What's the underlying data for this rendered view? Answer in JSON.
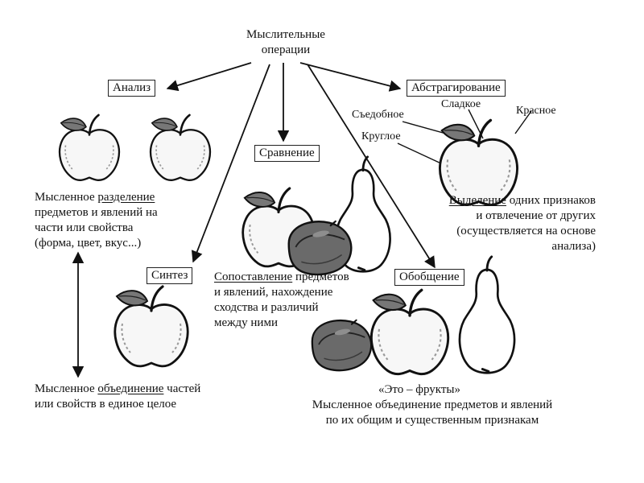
{
  "root": {
    "line1": "Мыслительные",
    "line2": "операции"
  },
  "analysis": {
    "title": "Анализ",
    "desc_lead": "Мысленное ",
    "desc_key": "разделение",
    "desc_lines": [
      "предметов и явлений на",
      "части или свойства",
      "(форма, цвет, вкус...)"
    ]
  },
  "comparison": {
    "title": "Сравнение",
    "desc_key": "Сопоставление",
    "desc_tail": " предметов",
    "desc_lines": [
      "и явлений, нахождение",
      "сходства и различий",
      "между ними"
    ]
  },
  "abstraction": {
    "title": "Абстрагирование",
    "tags": {
      "sweet": "Сладкое",
      "edible": "Съедобное",
      "red": "Красное",
      "round": "Круглое"
    },
    "desc_key": "Выделение",
    "desc_tail": " одних признаков",
    "desc_lines": [
      "и отвлечение от других",
      "(осуществляется на основе",
      "анализа)"
    ]
  },
  "synthesis": {
    "title": "Синтез",
    "desc_lead": "Мысленное ",
    "desc_key": "объединение",
    "desc_tail": " частей",
    "desc_line2": "или свойств в единое целое"
  },
  "generalization": {
    "title": "Обобщение",
    "quote": "«Это – фрукты»",
    "desc_lines": [
      "Мысленное объединение предметов и явлений",
      "по их общим и существенным признакам"
    ]
  },
  "icons": [
    "apple-icon",
    "pear-icon",
    "plum-icon",
    "leaf-icon",
    "arrow-icon"
  ]
}
